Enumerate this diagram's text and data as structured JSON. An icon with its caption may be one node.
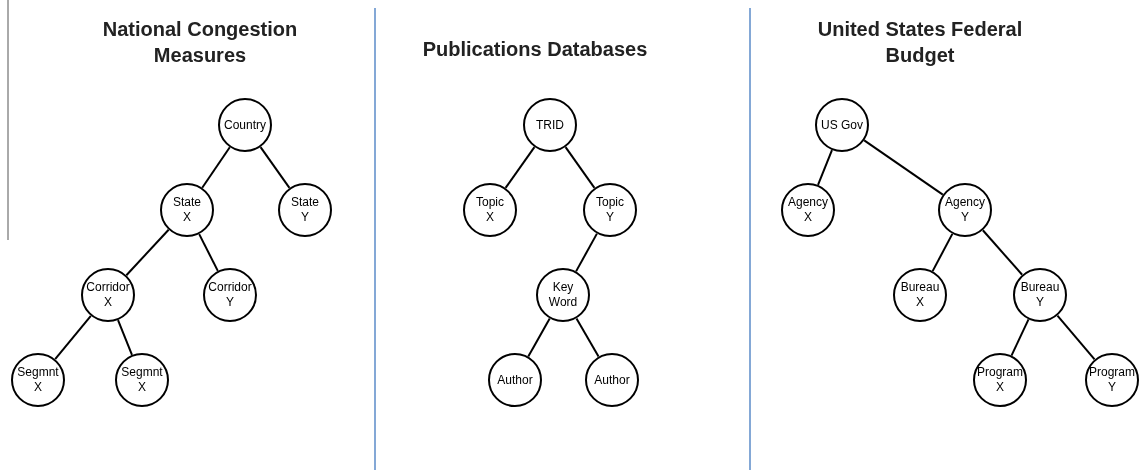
{
  "diagram": {
    "nodes": [
      {
        "text": [
          "Country"
        ]
      },
      {
        "text": [
          "State X"
        ]
      },
      {
        "text": [
          "State Y"
        ]
      },
      {
        "text": [
          "Corridor X"
        ]
      },
      {
        "text": [
          "Corridor Y"
        ]
      },
      {
        "text": [
          "Segmnt X"
        ]
      },
      {
        "text": [
          "Segmnt X"
        ]
      },
      {
        "text": [
          "TRID"
        ]
      },
      {
        "text": [
          "Topic X"
        ]
      },
      {
        "text": [
          "Topic Y"
        ]
      },
      {
        "text": [
          "Key Word"
        ]
      },
      {
        "text": [
          "Author"
        ]
      },
      {
        "text": [
          "Author"
        ]
      },
      {
        "text": [
          "US Gov"
        ]
      },
      {
        "text": [
          "Agency X"
        ]
      },
      {
        "text": [
          "Agency Y"
        ]
      },
      {
        "text": [
          "Bureau X"
        ]
      },
      {
        "text": [
          "Bureau Y"
        ]
      },
      {
        "text": [
          "Program X"
        ]
      },
      {
        "text": [
          "Program Y"
        ]
      }
    ],
    "edges": [
      {
        "from": 0,
        "to": 1,
        "arrow": "none"
      },
      {
        "from": 0,
        "to": 2,
        "arrow": "none"
      },
      {
        "from": 1,
        "to": 3,
        "arrow": "none"
      },
      {
        "from": 1,
        "to": 4,
        "arrow": "none"
      },
      {
        "from": 3,
        "to": 5,
        "arrow": "none"
      },
      {
        "from": 3,
        "to": 6,
        "arrow": "none"
      },
      {
        "from": 7,
        "to": 8,
        "arrow": "none"
      },
      {
        "from": 7,
        "to": 9,
        "arrow": "none"
      },
      {
        "from": 9,
        "to": 10,
        "arrow": "none"
      },
      {
        "from": 10,
        "to": 11,
        "arrow": "none"
      },
      {
        "from": 10,
        "to": 12,
        "arrow": "none"
      },
      {
        "from": 13,
        "to": 14,
        "arrow": "none"
      },
      {
        "from": 13,
        "to": 15,
        "arrow": "none"
      },
      {
        "from": 15,
        "to": 16,
        "arrow": "none"
      },
      {
        "from": 15,
        "to": 17,
        "arrow": "none"
      },
      {
        "from": 17,
        "to": 18,
        "arrow": "none"
      },
      {
        "from": 17,
        "to": 19,
        "arrow": "none"
      }
    ],
    "labels": [
      "National Congestion Measures",
      "Publications Databases",
      "United States Federal Budget"
    ]
  }
}
